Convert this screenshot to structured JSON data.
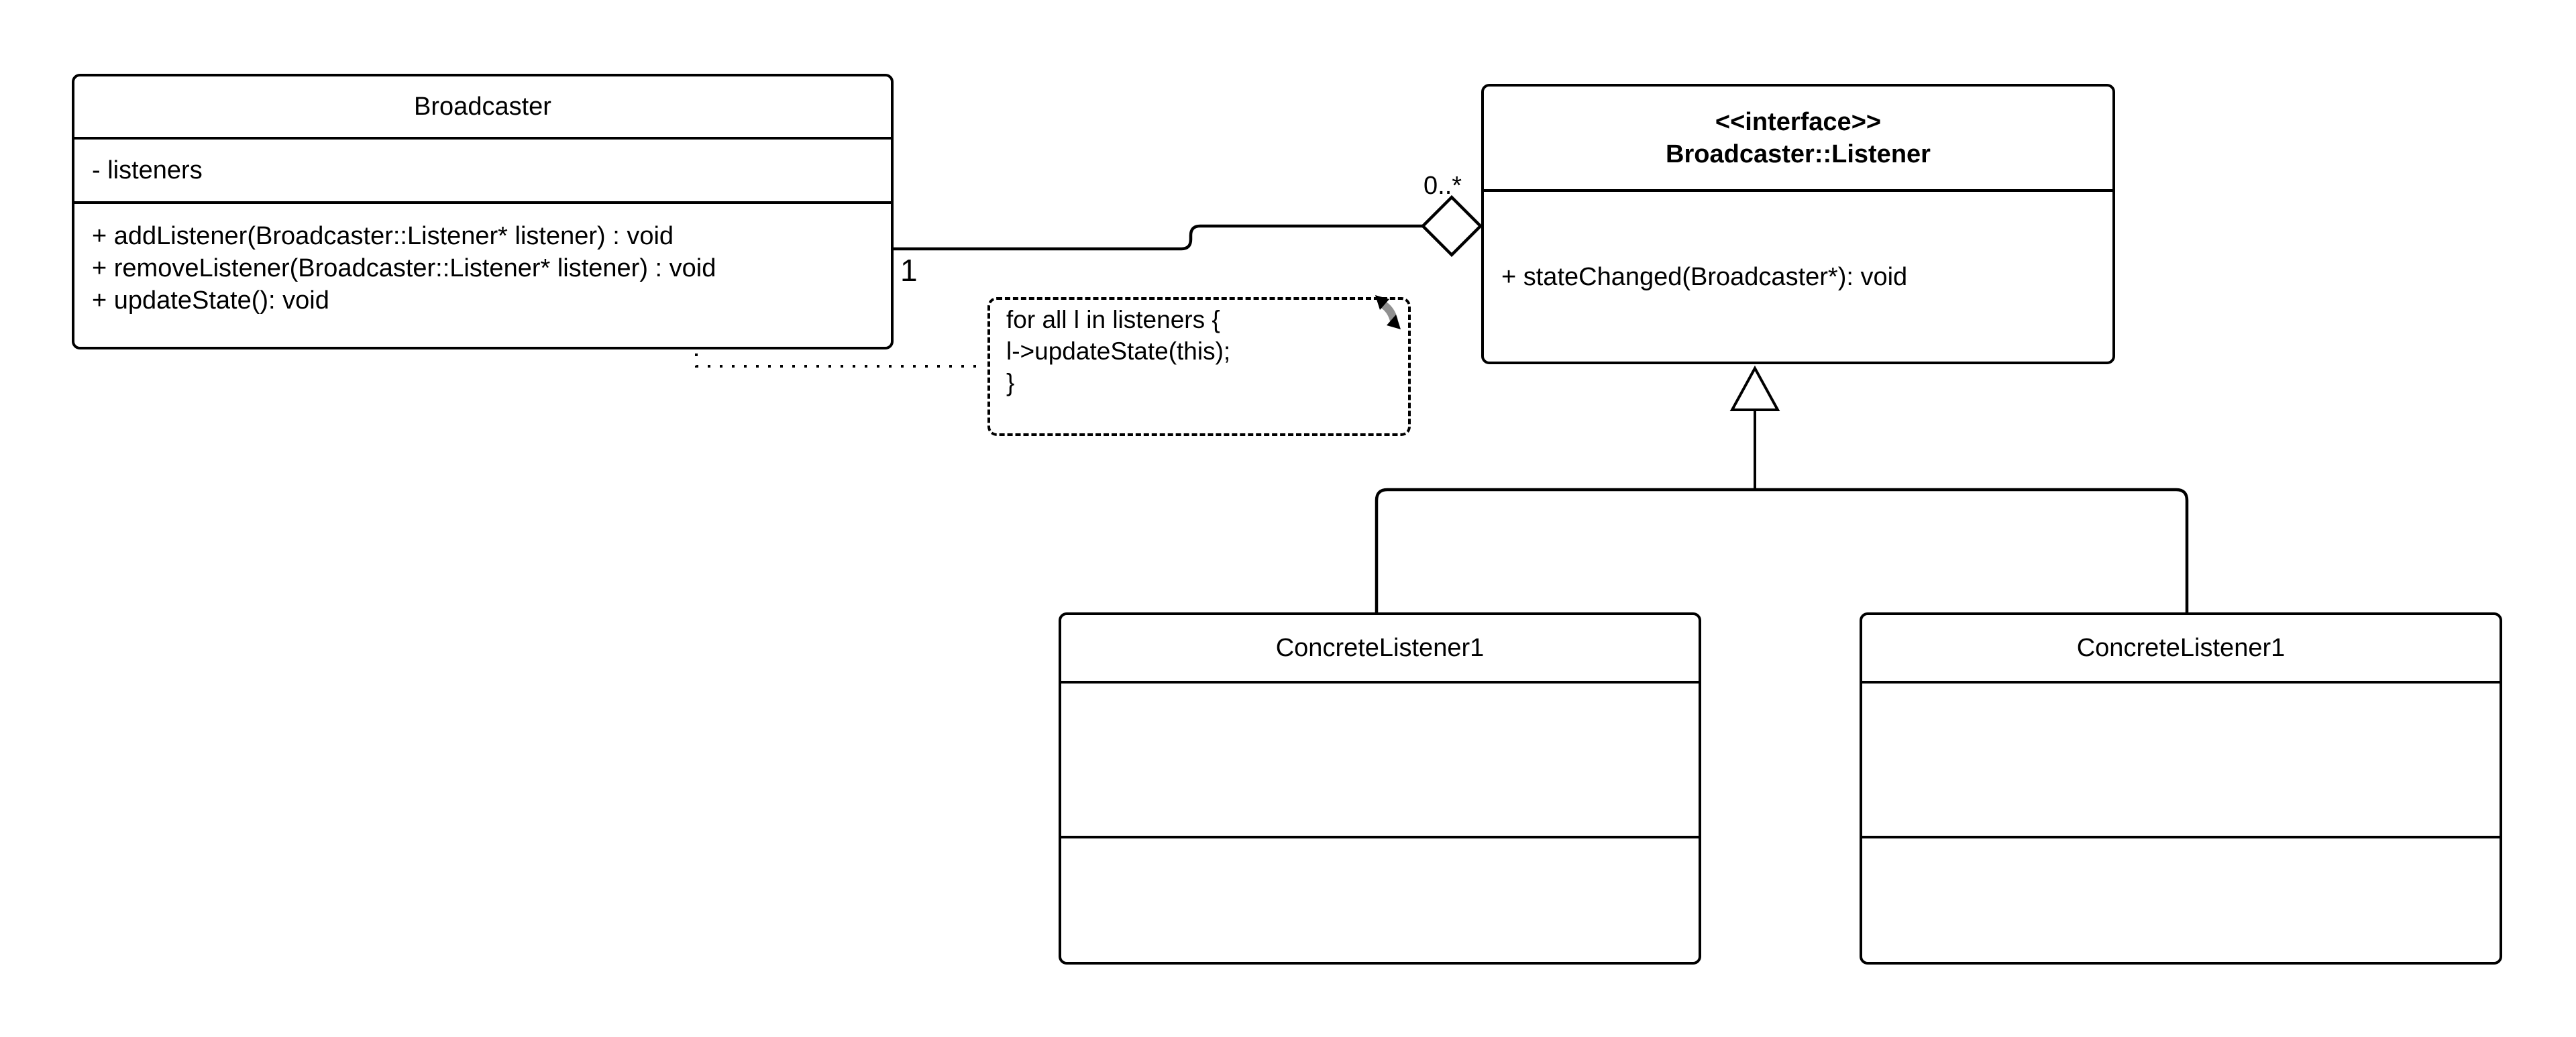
{
  "diagram": {
    "broadcaster": {
      "title": "Broadcaster",
      "attributes": [
        "- listeners"
      ],
      "methods": [
        "+ addListener(Broadcaster::Listener* listener) : void",
        "+ removeListener(Broadcaster::Listener* listener) : void",
        "+ updateState(): void"
      ]
    },
    "listener_interface": {
      "stereotype": "<<interface>>",
      "name": "Broadcaster::Listener",
      "methods": [
        "+ stateChanged(Broadcaster*): void"
      ]
    },
    "concrete_left": {
      "title": "ConcreteListener1"
    },
    "concrete_right": {
      "title": "ConcreteListener1"
    },
    "note": {
      "lines": [
        "for all l in listeners {",
        "l->updateState(this);",
        "}"
      ]
    },
    "association": {
      "source_multiplicity": "1",
      "target_multiplicity": "0..*"
    },
    "colors": {
      "line": "#000000",
      "background": "#ffffff",
      "note_fold_accent": "#909090"
    }
  }
}
